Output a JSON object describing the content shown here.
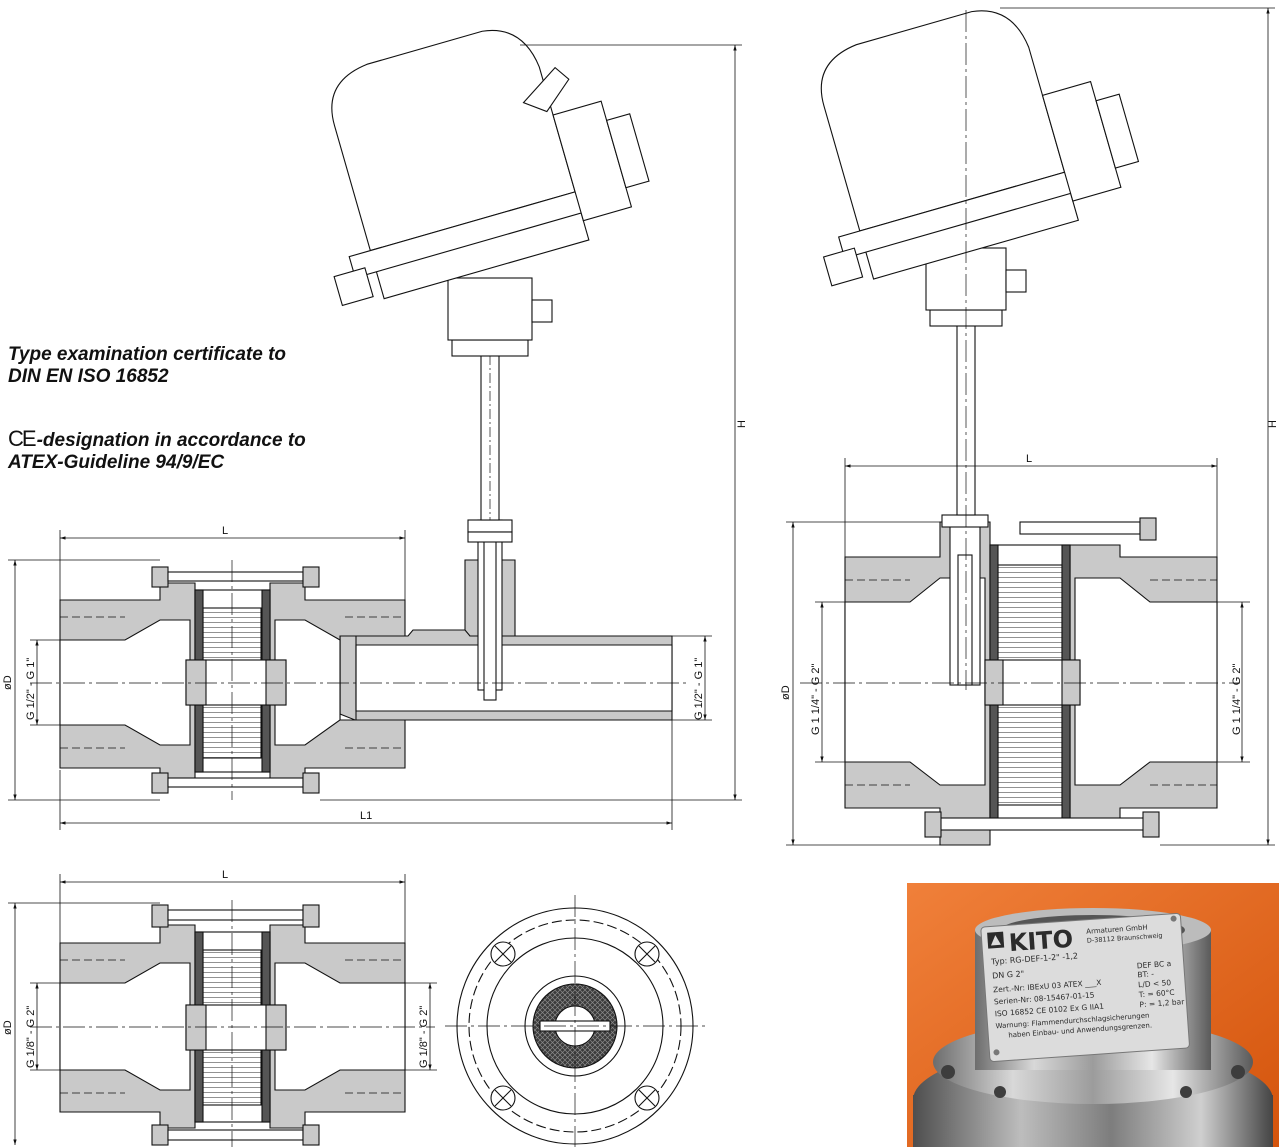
{
  "notes": {
    "certificate_line1": "Type examination certificate to",
    "certificate_line2": "DIN EN ISO 16852",
    "ce_mark": "CE",
    "designation_line1": "-designation in accordance to",
    "designation_line2": "ATEX-Guideline 94/9/EC"
  },
  "dimensions": {
    "L": "L",
    "L1": "L1",
    "H": "H",
    "D": "øD",
    "thread_small": "G 1/2\" - G 1\"",
    "thread_large": "G 1 1/4\" - G 2\"",
    "thread_range": "G 1/8\" - G 2\""
  },
  "nameplate": {
    "brand": "KITO",
    "maker_line1": "Armaturen GmbH",
    "maker_line2": "D-38112 Braunschweig",
    "typ": "Typ: RG-DEF-1-2\" -1,2",
    "dn": "DN  G 2\"",
    "def": "DEF BC a",
    "bt": "BT: -",
    "zert": "Zert.-Nr: IBExU 03 ATEX ___X",
    "ld": "L/D < 50",
    "serien": "Serien-Nr: 08-15467-01-15",
    "t": "T: = 60°C",
    "iso": "ISO 16852 CE 0102 Ex  G IIA1",
    "p": "P: = 1,2 bar",
    "warn1": "Warnung: Flammendurchschlagsicherungen",
    "warn2": "haben Einbau- und Anwendungsgrenzen."
  },
  "colors": {
    "section_fill": "#c9c9c9",
    "line": "#111111",
    "photo_bg": "#e46a1c"
  }
}
